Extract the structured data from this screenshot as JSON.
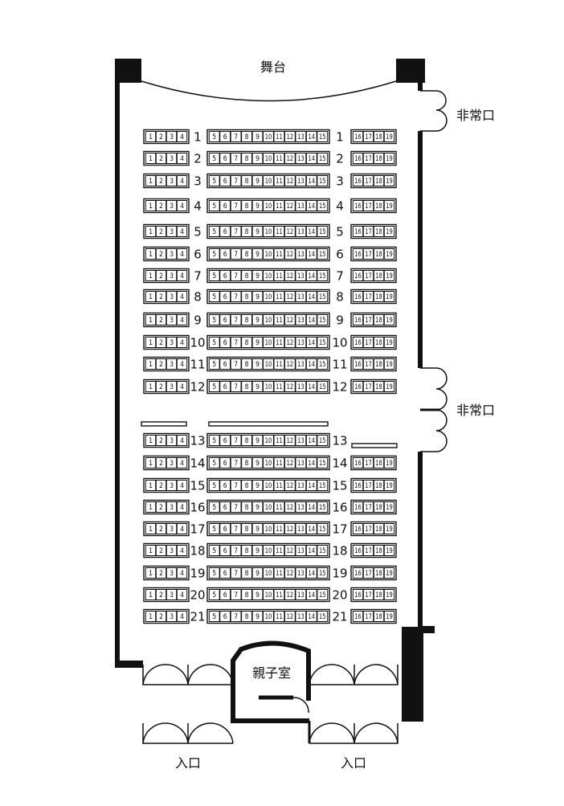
{
  "labels": {
    "stage": "舞台",
    "emergency_exit_1": "非常口",
    "emergency_exit_2": "非常口",
    "parent_child_room": "親子室",
    "entrance_left": "入口",
    "entrance_right": "入口"
  },
  "rows": [
    {
      "row": "1",
      "left": [
        "1",
        "2",
        "3",
        "4"
      ],
      "center": [
        "5",
        "6",
        "7",
        "8",
        "9",
        "10",
        "11",
        "12",
        "13",
        "14",
        "15"
      ],
      "right": [
        "16",
        "17",
        "18",
        "19"
      ]
    },
    {
      "row": "2",
      "left": [
        "1",
        "2",
        "3",
        "4"
      ],
      "center": [
        "5",
        "6",
        "7",
        "8",
        "9",
        "10",
        "11",
        "12",
        "13",
        "14",
        "15"
      ],
      "right": [
        "16",
        "17",
        "18",
        "19"
      ]
    },
    {
      "row": "3",
      "left": [
        "1",
        "2",
        "3",
        "4"
      ],
      "center": [
        "5",
        "6",
        "7",
        "8",
        "9",
        "10",
        "11",
        "12",
        "13",
        "14",
        "15"
      ],
      "right": [
        "16",
        "17",
        "18",
        "19"
      ]
    },
    {
      "row": "4",
      "left": [
        "1",
        "2",
        "3",
        "4"
      ],
      "center": [
        "5",
        "6",
        "7",
        "8",
        "9",
        "10",
        "11",
        "12",
        "13",
        "14",
        "15"
      ],
      "right": [
        "16",
        "17",
        "18",
        "19"
      ]
    },
    {
      "row": "5",
      "left": [
        "1",
        "2",
        "3",
        "4"
      ],
      "center": [
        "5",
        "6",
        "7",
        "8",
        "9",
        "10",
        "11",
        "12",
        "13",
        "14",
        "15"
      ],
      "right": [
        "16",
        "17",
        "18",
        "19"
      ]
    },
    {
      "row": "6",
      "left": [
        "1",
        "2",
        "3",
        "4"
      ],
      "center": [
        "5",
        "6",
        "7",
        "8",
        "9",
        "10",
        "11",
        "12",
        "13",
        "14",
        "15"
      ],
      "right": [
        "16",
        "17",
        "18",
        "19"
      ]
    },
    {
      "row": "7",
      "left": [
        "1",
        "2",
        "3",
        "4"
      ],
      "center": [
        "5",
        "6",
        "7",
        "8",
        "9",
        "10",
        "11",
        "12",
        "13",
        "14",
        "15"
      ],
      "right": [
        "16",
        "17",
        "18",
        "19"
      ]
    },
    {
      "row": "8",
      "left": [
        "1",
        "2",
        "3",
        "4"
      ],
      "center": [
        "5",
        "6",
        "7",
        "8",
        "9",
        "10",
        "11",
        "12",
        "13",
        "14",
        "15"
      ],
      "right": [
        "16",
        "17",
        "18",
        "19"
      ]
    },
    {
      "row": "9",
      "left": [
        "1",
        "2",
        "3",
        "4"
      ],
      "center": [
        "5",
        "6",
        "7",
        "8",
        "9",
        "10",
        "11",
        "12",
        "13",
        "14",
        "15"
      ],
      "right": [
        "16",
        "17",
        "18",
        "19"
      ]
    },
    {
      "row": "10",
      "left": [
        "1",
        "2",
        "3",
        "4"
      ],
      "center": [
        "5",
        "6",
        "7",
        "8",
        "9",
        "10",
        "11",
        "12",
        "13",
        "14",
        "15"
      ],
      "right": [
        "16",
        "17",
        "18",
        "19"
      ]
    },
    {
      "row": "11",
      "left": [
        "1",
        "2",
        "3",
        "4"
      ],
      "center": [
        "5",
        "6",
        "7",
        "8",
        "9",
        "10",
        "11",
        "12",
        "13",
        "14",
        "15"
      ],
      "right": [
        "16",
        "17",
        "18",
        "19"
      ]
    },
    {
      "row": "12",
      "left": [
        "1",
        "2",
        "3",
        "4"
      ],
      "center": [
        "5",
        "6",
        "7",
        "8",
        "9",
        "10",
        "11",
        "12",
        "13",
        "14",
        "15"
      ],
      "right": [
        "16",
        "17",
        "18",
        "19"
      ]
    },
    {
      "row": "13",
      "left": [
        "1",
        "2",
        "3",
        "4"
      ],
      "center": [
        "5",
        "6",
        "7",
        "8",
        "9",
        "10",
        "11",
        "12",
        "13",
        "14",
        "15"
      ],
      "right": []
    },
    {
      "row": "14",
      "left": [
        "1",
        "2",
        "3",
        "4"
      ],
      "center": [
        "5",
        "6",
        "7",
        "8",
        "9",
        "10",
        "11",
        "12",
        "13",
        "14",
        "15"
      ],
      "right": [
        "16",
        "17",
        "18",
        "19"
      ]
    },
    {
      "row": "15",
      "left": [
        "1",
        "2",
        "3",
        "4"
      ],
      "center": [
        "5",
        "6",
        "7",
        "8",
        "9",
        "10",
        "11",
        "12",
        "13",
        "14",
        "15"
      ],
      "right": [
        "16",
        "17",
        "18",
        "19"
      ]
    },
    {
      "row": "16",
      "left": [
        "1",
        "2",
        "3",
        "4"
      ],
      "center": [
        "5",
        "6",
        "7",
        "8",
        "9",
        "10",
        "11",
        "12",
        "13",
        "14",
        "15"
      ],
      "right": [
        "16",
        "17",
        "18",
        "19"
      ]
    },
    {
      "row": "17",
      "left": [
        "1",
        "2",
        "3",
        "4"
      ],
      "center": [
        "5",
        "6",
        "7",
        "8",
        "9",
        "10",
        "11",
        "12",
        "13",
        "14",
        "15"
      ],
      "right": [
        "16",
        "17",
        "18",
        "19"
      ]
    },
    {
      "row": "18",
      "left": [
        "1",
        "2",
        "3",
        "4"
      ],
      "center": [
        "5",
        "6",
        "7",
        "8",
        "9",
        "10",
        "11",
        "12",
        "13",
        "14",
        "15"
      ],
      "right": [
        "16",
        "17",
        "18",
        "19"
      ]
    },
    {
      "row": "19",
      "left": [
        "1",
        "2",
        "3",
        "4"
      ],
      "center": [
        "5",
        "6",
        "7",
        "8",
        "9",
        "10",
        "11",
        "12",
        "13",
        "14",
        "15"
      ],
      "right": [
        "16",
        "17",
        "18",
        "19"
      ]
    },
    {
      "row": "20",
      "left": [
        "1",
        "2",
        "3",
        "4"
      ],
      "center": [
        "5",
        "6",
        "7",
        "8",
        "9",
        "10",
        "11",
        "12",
        "13",
        "14",
        "15"
      ],
      "right": [
        "16",
        "17",
        "18",
        "19"
      ]
    },
    {
      "row": "21",
      "left": [
        "1",
        "2",
        "3",
        "4"
      ],
      "center": [
        "5",
        "6",
        "7",
        "8",
        "9",
        "10",
        "11",
        "12",
        "13",
        "14",
        "15"
      ],
      "right": [
        "16",
        "17",
        "18",
        "19"
      ]
    }
  ]
}
